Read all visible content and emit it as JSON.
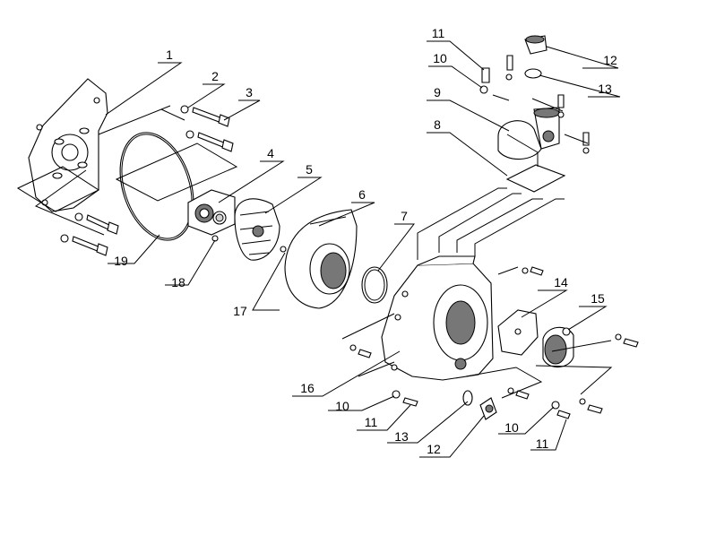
{
  "diagram": {
    "labels": {
      "p1": "1",
      "p2": "2",
      "p3": "3",
      "p4": "4",
      "p5": "5",
      "p6": "6",
      "p7": "7",
      "p8": "8",
      "p9": "9",
      "p10a": "10",
      "p11a": "11",
      "p12a": "12",
      "p13a": "13",
      "p14": "14",
      "p15": "15",
      "p16": "16",
      "p17": "17",
      "p18": "18",
      "p19": "19",
      "p10b": "10",
      "p11b": "11",
      "p13b": "13",
      "p12b": "12",
      "p10c": "10",
      "p11c": "11"
    }
  }
}
